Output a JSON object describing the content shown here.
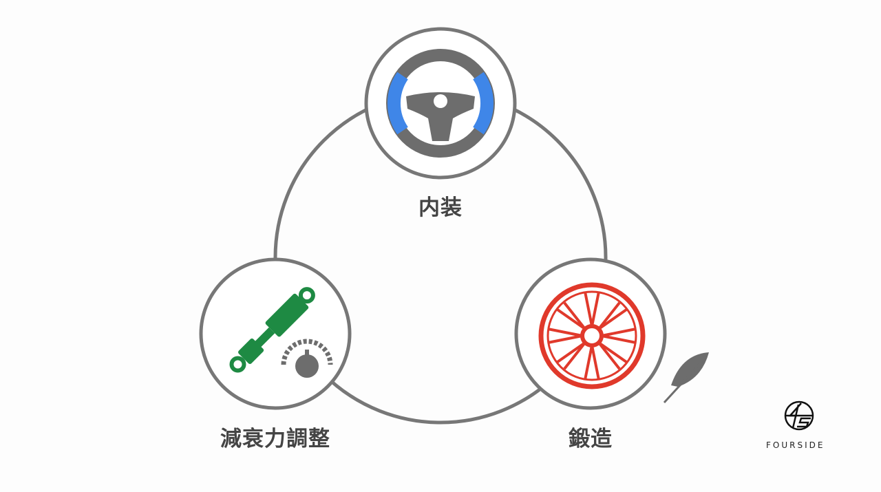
{
  "nodes": [
    {
      "label": "内装",
      "icon": "steering-wheel-icon"
    },
    {
      "label": "減衰力調整",
      "icon": "shock-absorber-icon"
    },
    {
      "label": "鍛造",
      "icon": "wheel-rim-icon"
    }
  ],
  "logo": {
    "text": "FOURSIDE"
  },
  "colors": {
    "ring": "#777777",
    "blue": "#3f86e8",
    "green": "#1e8a43",
    "red": "#e0392b",
    "gray": "#6d6d6d"
  }
}
